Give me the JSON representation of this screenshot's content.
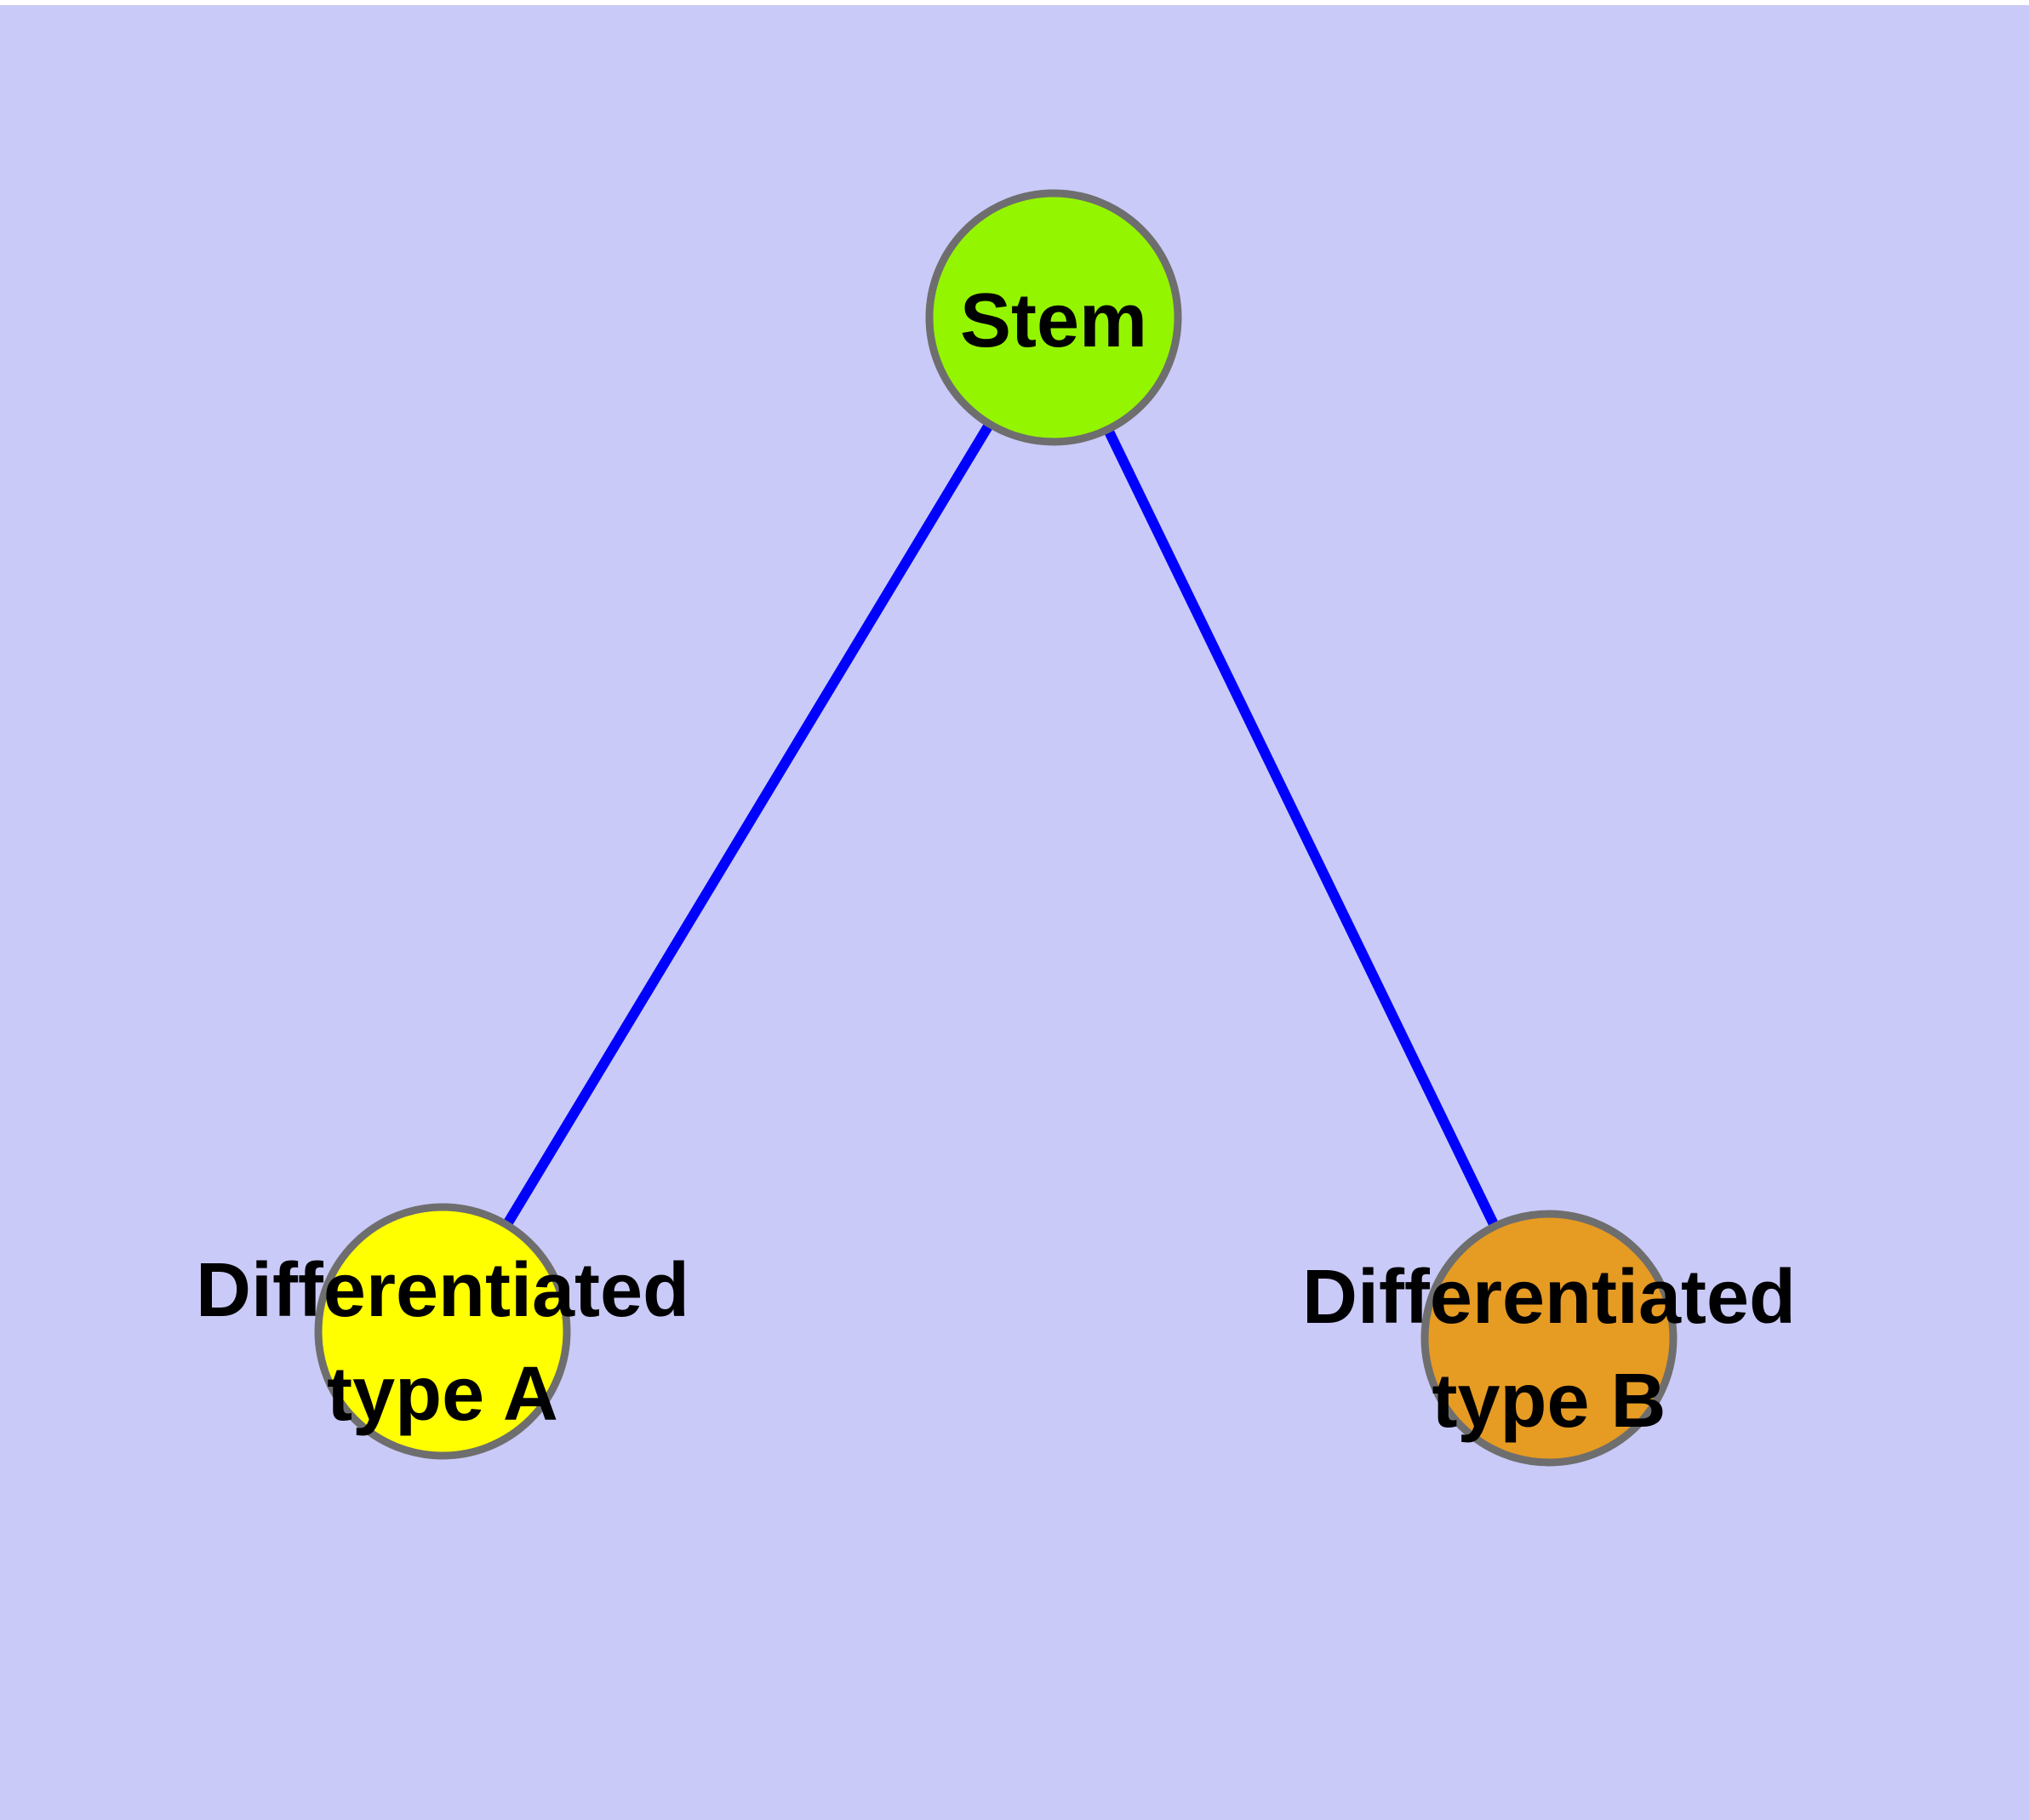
{
  "canvas": {
    "background_color": "#CACAF8",
    "top_margin_color": "#FFFFFF",
    "text_color": "#000000"
  },
  "edges": {
    "color": "#0000FF",
    "items": [
      {
        "from": "Stem",
        "to": "Differentiated type A"
      },
      {
        "from": "Stem",
        "to": "Differentiated type B"
      }
    ]
  },
  "nodes": {
    "stem": {
      "label": "Stem",
      "fill": "#94F500",
      "border": "#6E6E6E"
    },
    "type_a": {
      "label_line1": "Differentiated",
      "label_line2": "type A",
      "fill": "#FFFF00",
      "border": "#6E6E6E"
    },
    "type_b": {
      "label_line1": "Differentiated",
      "label_line2": "type B",
      "fill": "#E69B23",
      "border": "#6E6E6E"
    }
  }
}
